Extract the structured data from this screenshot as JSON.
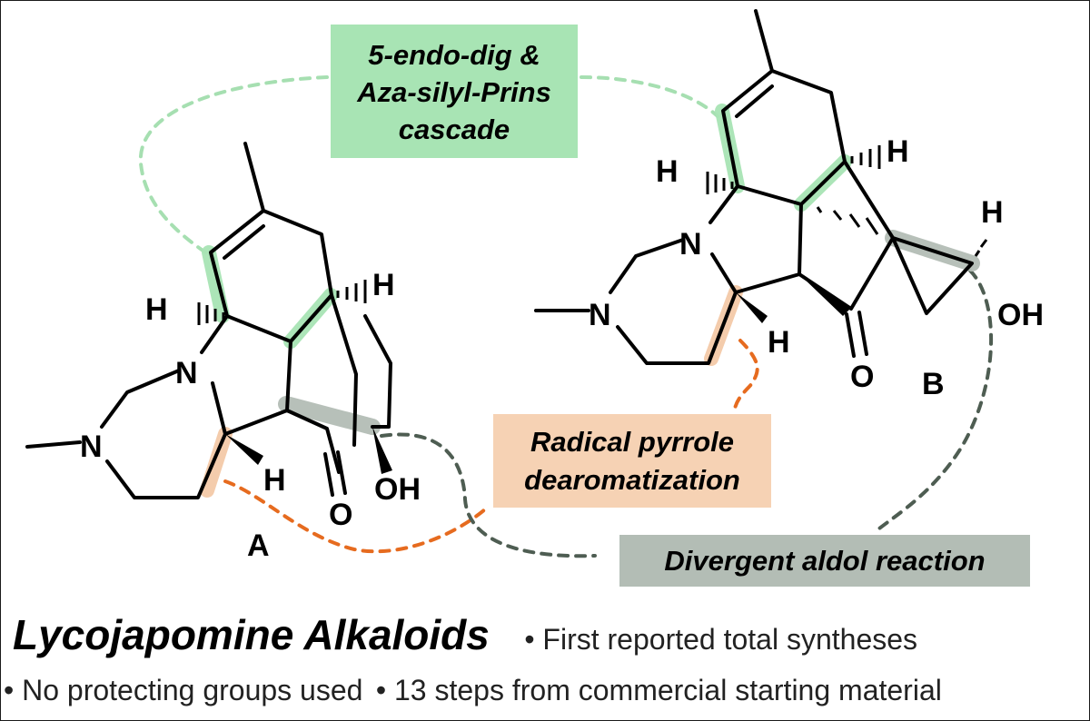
{
  "boxes": {
    "cascade": {
      "lines": [
        "5-endo-dig &",
        "Aza-silyl-Prins",
        "cascade"
      ],
      "color": "#a8e4b4"
    },
    "radical": {
      "lines": [
        "Radical pyrrole",
        "dearomatization"
      ],
      "color": "#f6d2b4"
    },
    "aldol": {
      "lines": [
        "Divergent aldol reaction"
      ],
      "color": "#b3bdb5"
    }
  },
  "structures": {
    "A": {
      "label": "A",
      "atoms": {
        "n_ring": "N",
        "n_methyl": "N",
        "h_left": "H",
        "h_right": "H",
        "h_bottom": "H",
        "o_ketone": "O",
        "oh": "OH"
      }
    },
    "B": {
      "label": "B",
      "atoms": {
        "n_ring": "N",
        "n_methyl": "N",
        "h_left": "H",
        "h_top": "H",
        "h_right": "H",
        "h_bottom": "H",
        "o_ketone": "O",
        "oh": "OH"
      }
    }
  },
  "footer": {
    "title": "Lycojapomine Alkaloids",
    "bullets": [
      "• First reported total syntheses",
      "• No protecting groups used",
      "• 13 steps from commercial starting material"
    ]
  },
  "colors": {
    "green_highlight": "#a8e4b4",
    "orange_highlight": "#f3c9a8",
    "gray_highlight": "#b3bdb5",
    "orange_dash": "#e66b1f",
    "gray_dash": "#4e5d52"
  }
}
